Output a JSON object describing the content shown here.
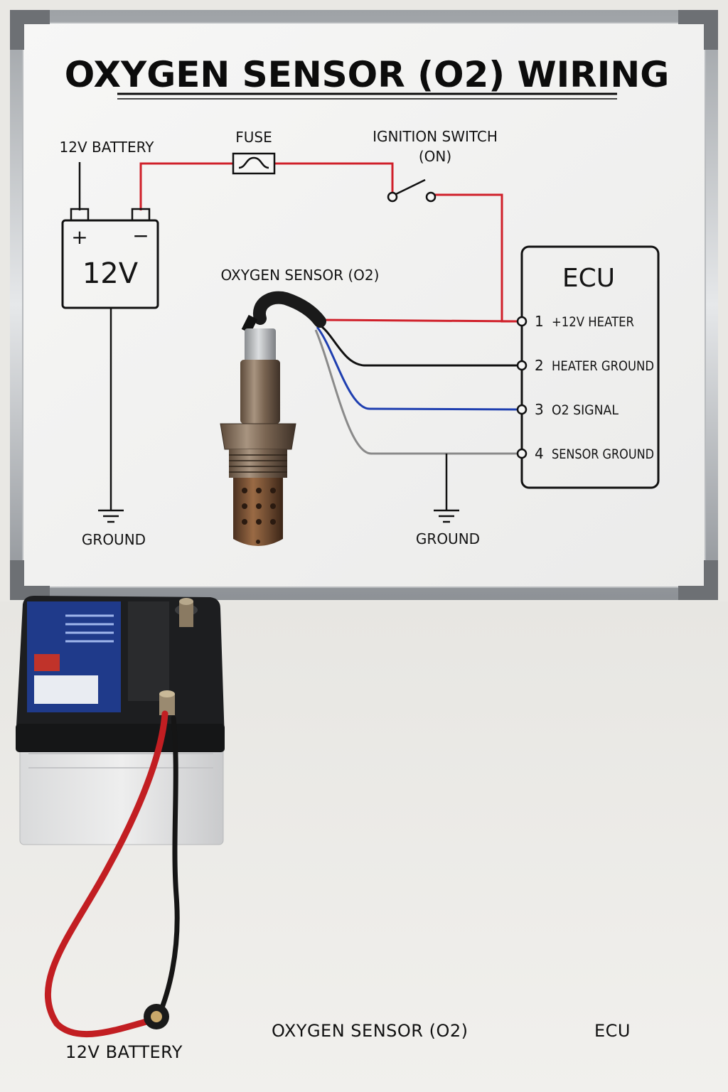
{
  "title": "OXYGEN SENSOR (O2) WIRING",
  "diagram": {
    "battery_label": "12V BATTERY",
    "battery_plus": "+",
    "battery_minus": "−",
    "battery_voltage": "12V",
    "fuse_label": "FUSE",
    "ignition_label_line1": "IGNITION SWITCH",
    "ignition_label_line2": "(ON)",
    "sensor_label": "OXYGEN SENSOR (O2)",
    "ecu_label": "ECU",
    "ground_left": "GROUND",
    "ground_right": "GROUND",
    "pins": [
      {
        "num": "1",
        "label": "+12V HEATER",
        "color": "#d0202a"
      },
      {
        "num": "2",
        "label": "HEATER GROUND",
        "color": "#111111"
      },
      {
        "num": "3",
        "label": "O2 SIGNAL",
        "color": "#1f3fb0"
      },
      {
        "num": "4",
        "label": "SENSOR GROUND",
        "color": "#8a8a8a"
      }
    ]
  },
  "photo_captions": {
    "battery": "12V BATTERY",
    "sensor": "OXYGEN SENSOR (O2)",
    "ecu": "ECU"
  },
  "colors": {
    "power_wire": "#d0202a",
    "ground_wire": "#111111",
    "signal_wire": "#1f3fb0",
    "sensor_ground_wire": "#8a8a8a"
  }
}
